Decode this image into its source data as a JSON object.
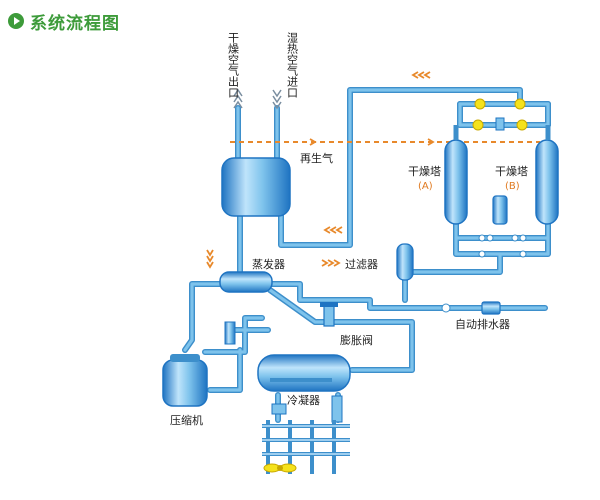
{
  "header": {
    "title": "系统流程图"
  },
  "labels": {
    "dry_air_outlet": "干燥空气出口",
    "wet_air_inlet": "湿热空气进口",
    "regen_gas": "再生气",
    "tower_a": "干燥塔",
    "tower_a_sub": "(A)",
    "tower_b": "干燥塔",
    "tower_b_sub": "(B)",
    "evaporator": "蒸发器",
    "filter": "过滤器",
    "auto_drain": "自动排水器",
    "expansion_valve": "膨胀阀",
    "compressor": "压缩机",
    "condenser": "冷凝器"
  },
  "colors": {
    "pipe": "#7ec3ec",
    "pipe_edge": "#3d8fcb",
    "vessel_light": "#bfe4fb",
    "vessel_dark": "#1f74c2",
    "flow_arrow": "#e8892b",
    "valve": "#f5e21c",
    "title": "#3d9b3a"
  }
}
